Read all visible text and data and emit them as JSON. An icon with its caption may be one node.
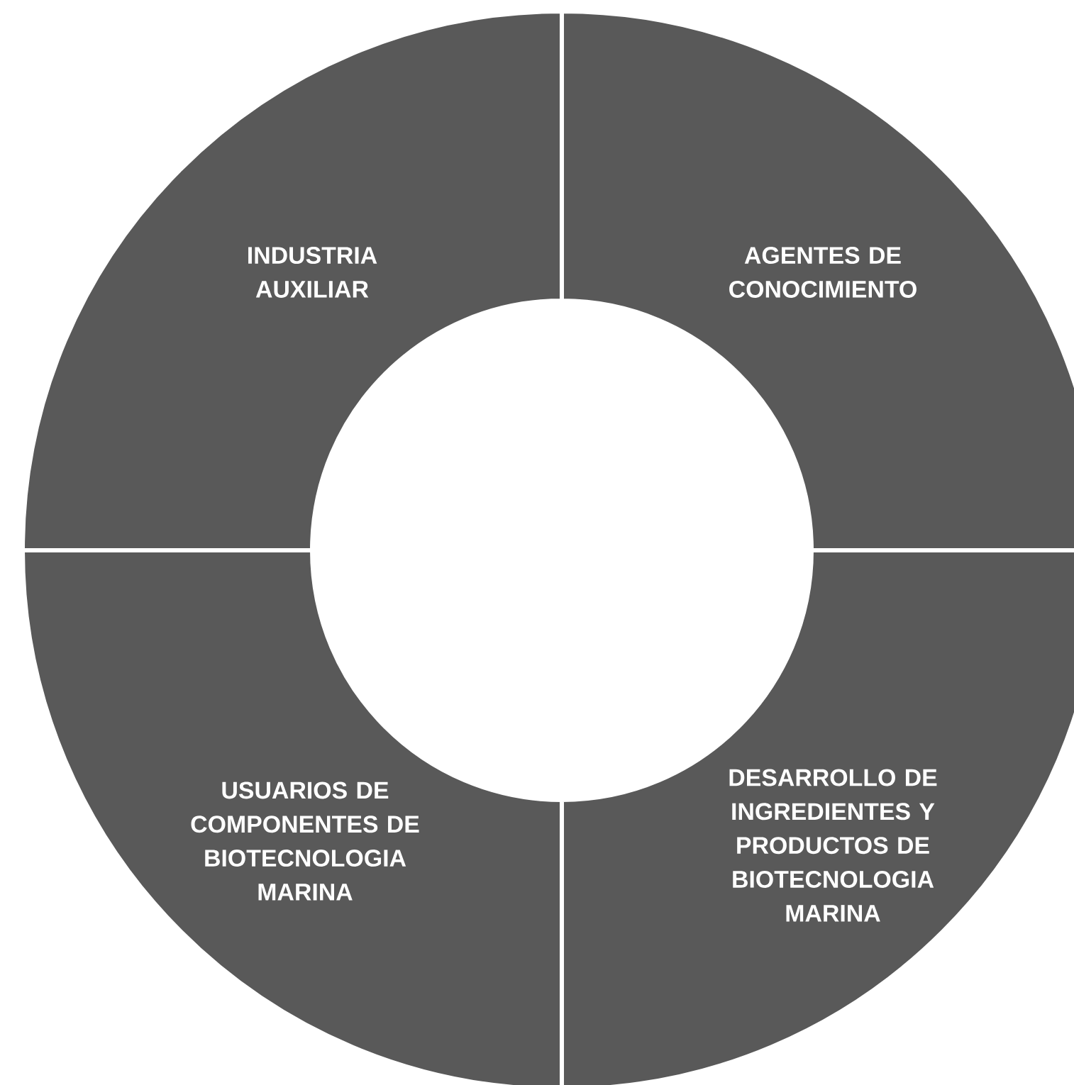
{
  "diagram": {
    "nodes": [
      {
        "text": [
          "INDUSTRIA AUXILIAR"
        ]
      },
      {
        "text": [
          "AGENTES DE CONOCIMIENTO"
        ]
      },
      {
        "text": [
          "USUARIOS DE COMPONENTES DE BIOTECNOLOGIA MARINA"
        ]
      },
      {
        "text": [
          "DESARROLLO DE INGREDIENTES Y PRODUCTOS DE BIOTECNOLOGIA MARINA"
        ]
      }
    ]
  }
}
